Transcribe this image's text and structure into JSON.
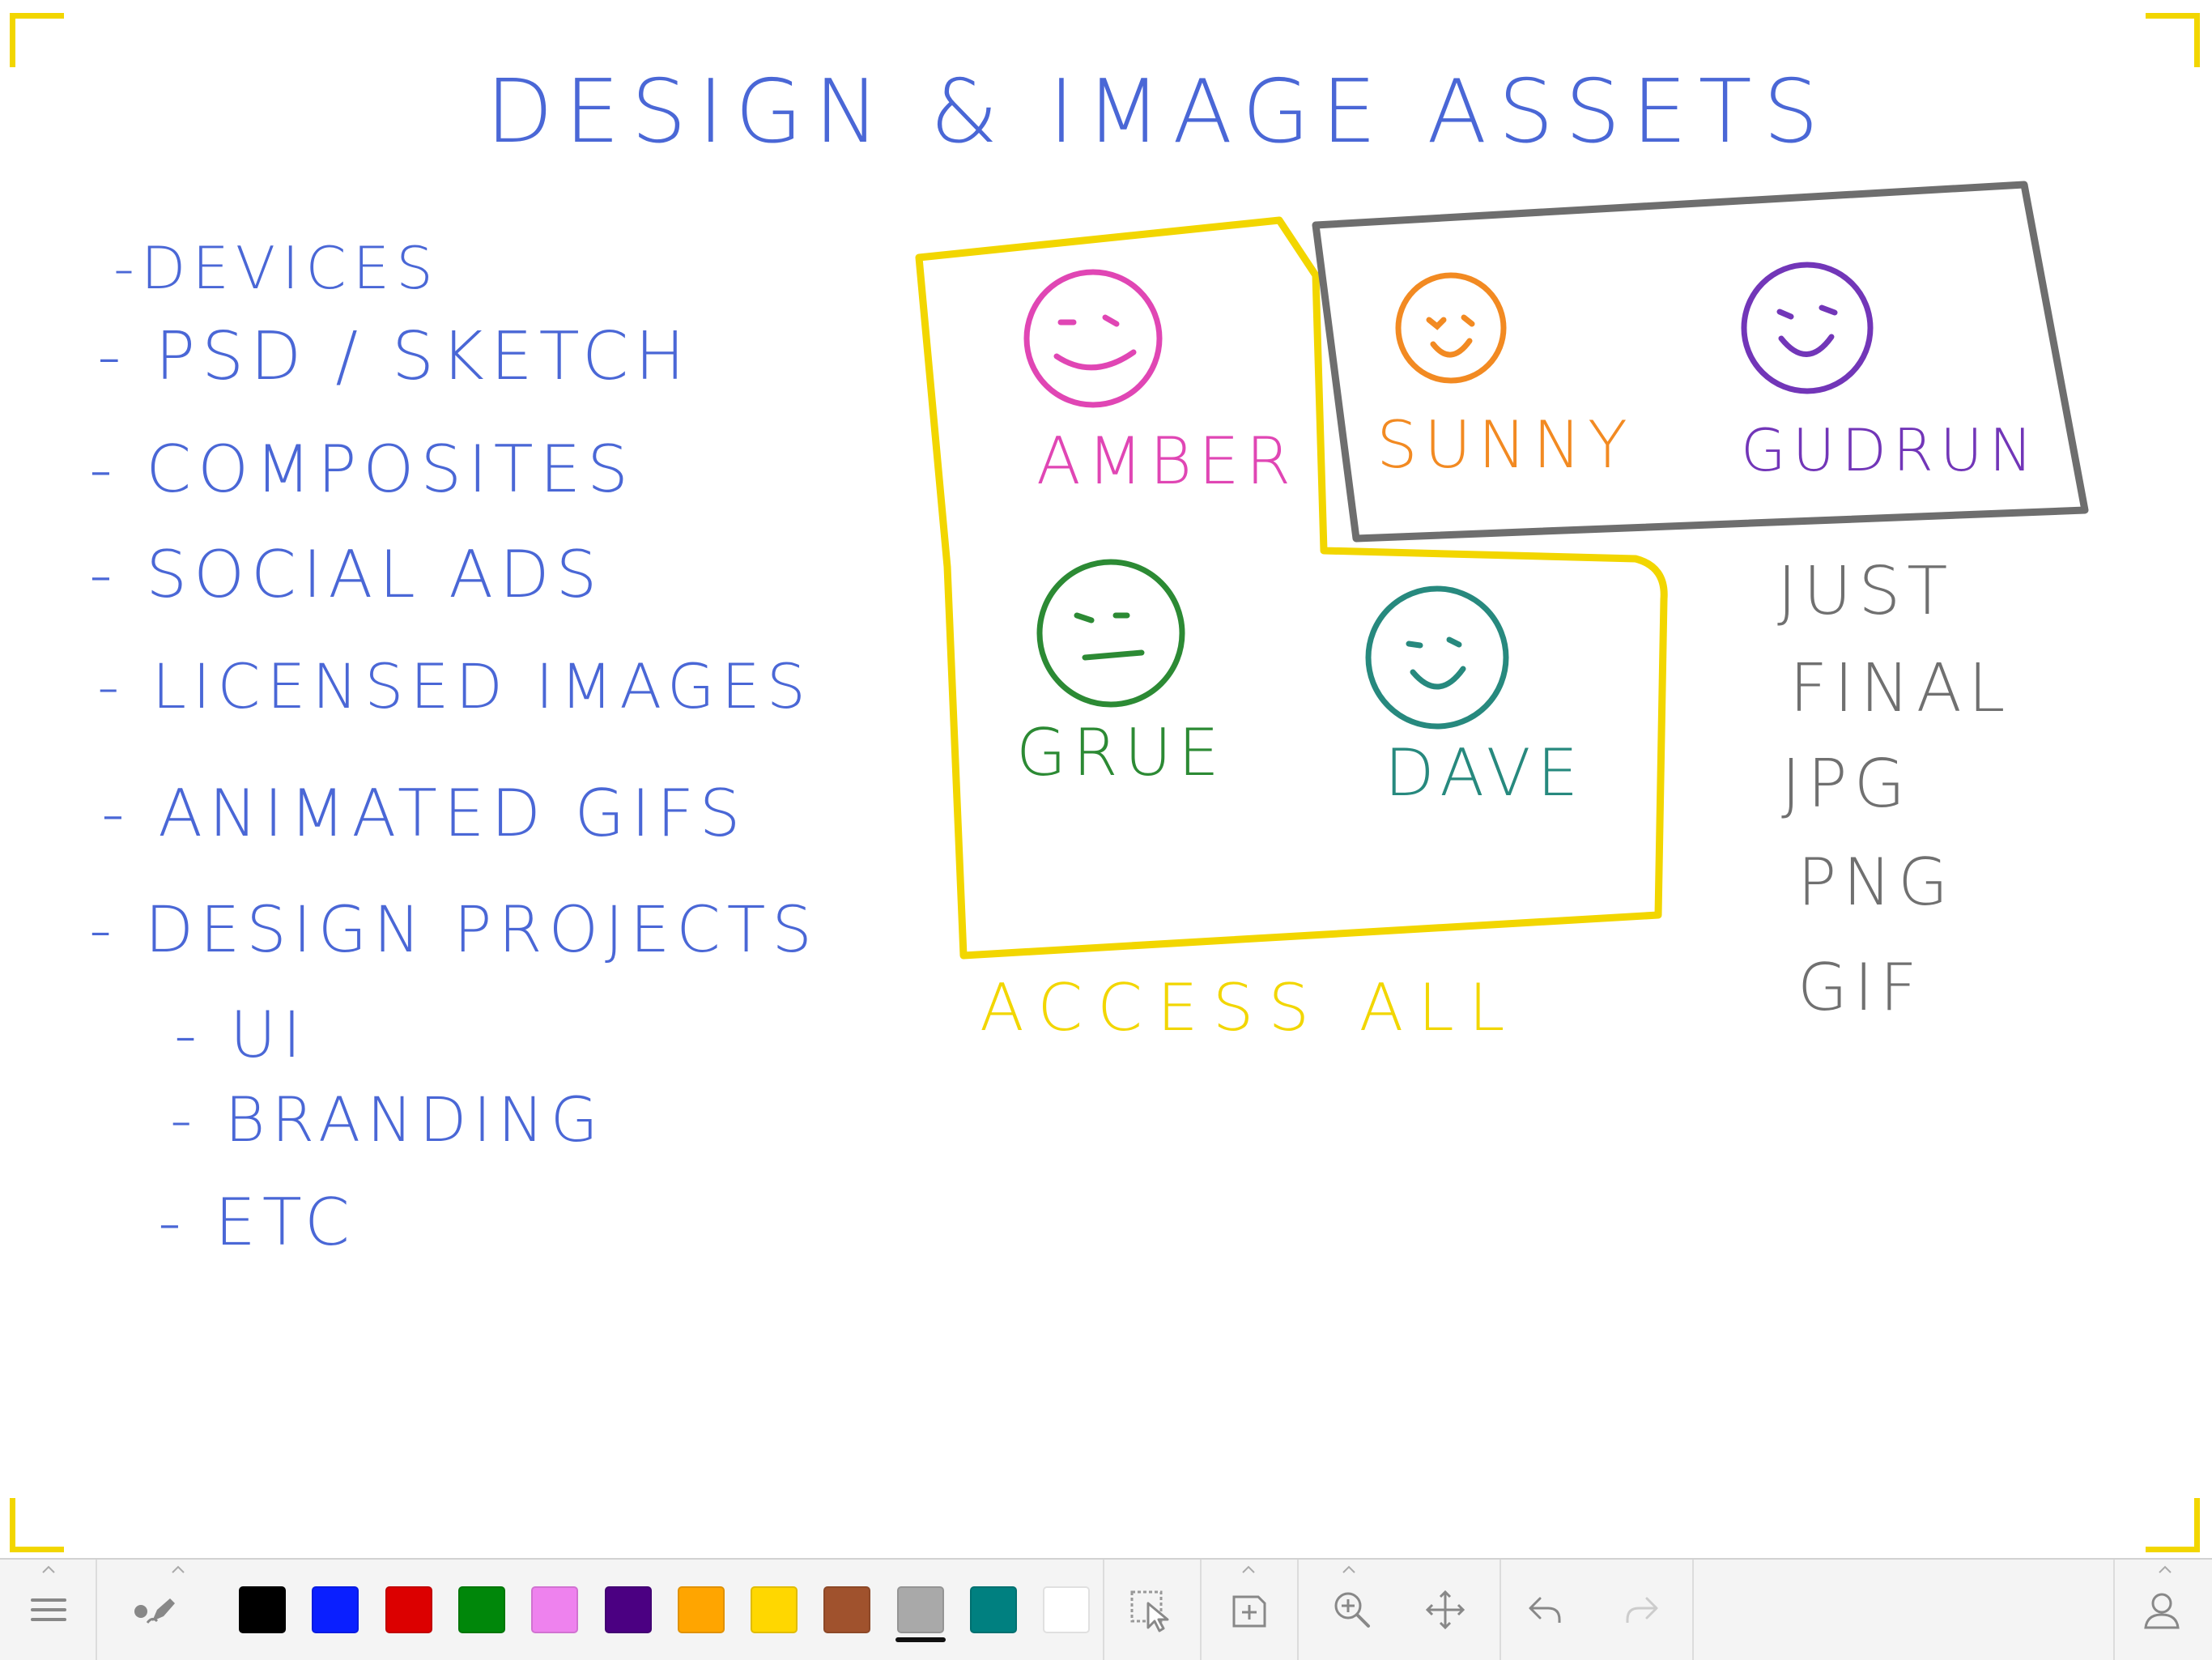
{
  "board": {
    "title": "DESIGN & IMAGE ASSETS",
    "asset_list": [
      {
        "text": "-DEVICES"
      },
      {
        "text": "- PSD / SKETCH"
      },
      {
        "text": "- COMPOSITES"
      },
      {
        "text": "- SOCIAL ADS"
      },
      {
        "text": "- LICENSED IMAGES"
      },
      {
        "text": "- ANIMATED GIFS"
      },
      {
        "text": "- DESIGN PROJECTS"
      },
      {
        "text": "- UI"
      },
      {
        "text": "- BRANDING"
      },
      {
        "text": "- ETC"
      }
    ],
    "people": {
      "amber": {
        "name": "AMBER",
        "color": "#e046b4"
      },
      "sunny": {
        "name": "SUNNY",
        "color": "#f28a22"
      },
      "gudrun": {
        "name": "GUDRUN",
        "color": "#7236b8"
      },
      "grue": {
        "name": "GRUE",
        "color": "#2c8a34"
      },
      "dave": {
        "name": "DAVE",
        "color": "#27897e"
      }
    },
    "access_all_label": "ACCESS ALL",
    "limited_access_note": [
      "JUST",
      "FINAL",
      "JPG",
      "PNG",
      "GIF"
    ],
    "colors": {
      "ink_blue": "#4a67d6",
      "highlight_yellow": "#f2d600",
      "gray": "#707070"
    }
  },
  "toolbar": {
    "palette": [
      {
        "name": "black",
        "color": "#000000"
      },
      {
        "name": "blue",
        "color": "#0a1fff"
      },
      {
        "name": "red",
        "color": "#dc0000"
      },
      {
        "name": "green",
        "color": "#00870a"
      },
      {
        "name": "pink",
        "color": "#ee82ee"
      },
      {
        "name": "purple",
        "color": "#4b0082"
      },
      {
        "name": "orange",
        "color": "#ffa500"
      },
      {
        "name": "yellow",
        "color": "#ffd700"
      },
      {
        "name": "brown",
        "color": "#a0522d"
      },
      {
        "name": "gray",
        "color": "#a9a9a9"
      },
      {
        "name": "teal",
        "color": "#008080"
      },
      {
        "name": "white",
        "color": "#ffffff"
      }
    ],
    "selected_color": "gray"
  }
}
